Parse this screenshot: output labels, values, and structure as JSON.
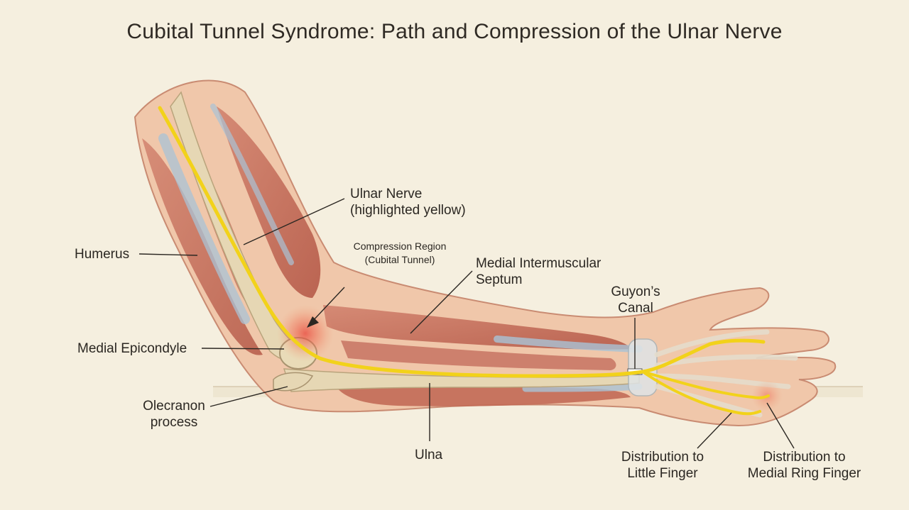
{
  "title": "Cubital Tunnel Syndrome: Path and Compression of the Ulnar Nerve",
  "labels": {
    "ulnar_nerve": {
      "line1": "Ulnar Nerve",
      "line2": "(highlighted yellow)"
    },
    "compression": {
      "line1": "Compression Region",
      "line2": "(Cubital Tunnel)"
    },
    "septum": {
      "line1": "Medial Intermuscular",
      "line2": "Septum"
    },
    "guyons": {
      "line1": "Guyon’s",
      "line2": "Canal"
    },
    "humerus": "Humerus",
    "epicondyle": "Medial Epicondyle",
    "olecranon": {
      "line1": "Olecranon",
      "line2": "process"
    },
    "ulna": "Ulna",
    "little_finger": {
      "line1": "Distribution to",
      "line2": "Little Finger"
    },
    "ring_finger": {
      "line1": "Distribution to",
      "line2": "Medial Ring Finger"
    }
  },
  "colors": {
    "background": "#f5efdf",
    "skin": "#f0c7aa",
    "muscle": "#c9705c",
    "tendon": "#a9c3d6",
    "bone": "#e6d7b4",
    "nerve": "#f2d21a",
    "compression": "#e8453a",
    "ink": "#2b2722"
  }
}
